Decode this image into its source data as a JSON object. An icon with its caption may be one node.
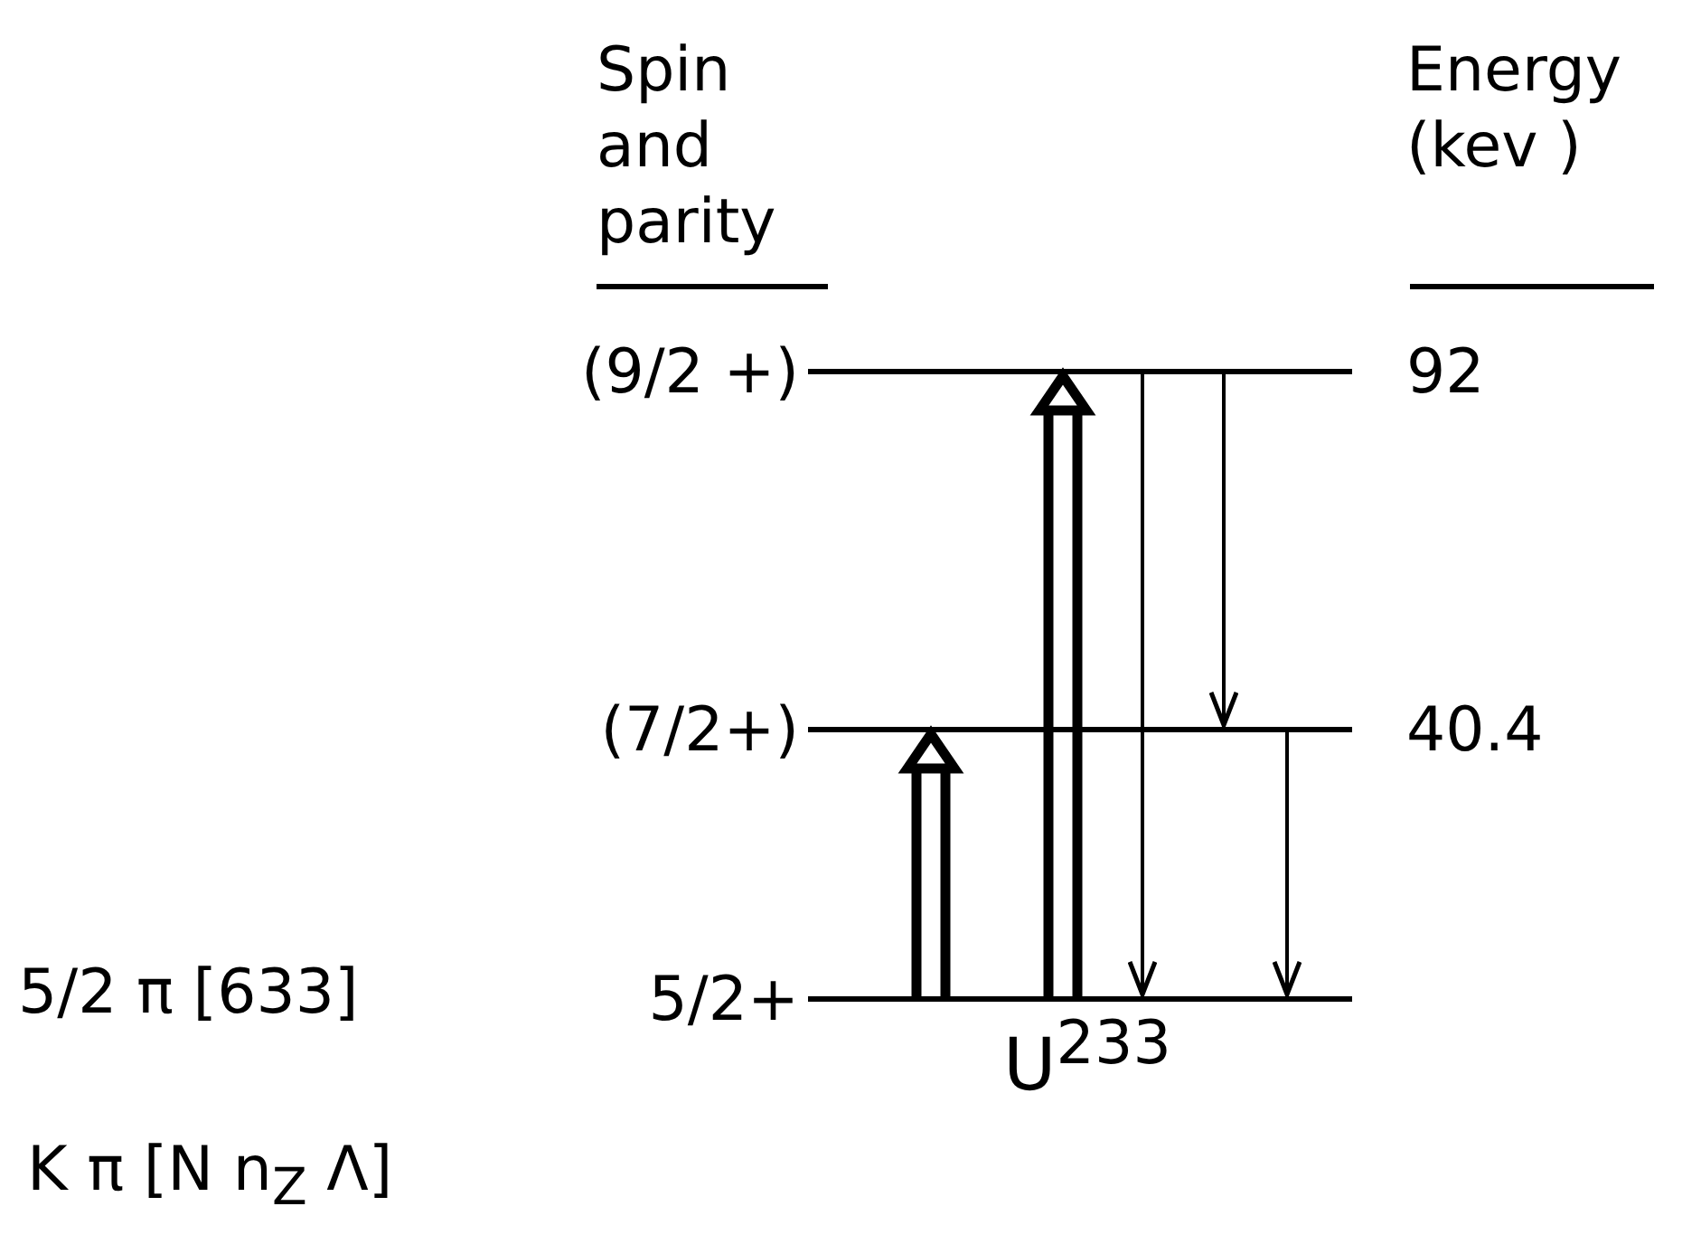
{
  "diagram": {
    "nodes": [
      {
        "text": [
          "(9/2 +)"
        ],
        "beside": [
          "92"
        ]
      },
      {
        "text": [
          "(7/2+)"
        ],
        "beside": [
          "40.4"
        ]
      },
      {
        "text": [
          "5/2+"
        ]
      }
    ],
    "edges": [
      {
        "from": 2,
        "to": 1,
        "arrow": "to",
        "style": "thick"
      },
      {
        "from": 2,
        "to": 0,
        "arrow": "to",
        "style": "thick"
      },
      {
        "from": 0,
        "to": 2,
        "arrow": "to"
      },
      {
        "from": 0,
        "to": 1,
        "arrow": "to"
      },
      {
        "from": 1,
        "to": 2,
        "arrow": "to"
      }
    ],
    "labels": [
      "Spin and parity",
      "Energy (kev )",
      "5/2 π [633]",
      "U$^{233}$",
      "K π [N n$_{Z}$ Λ]"
    ]
  }
}
